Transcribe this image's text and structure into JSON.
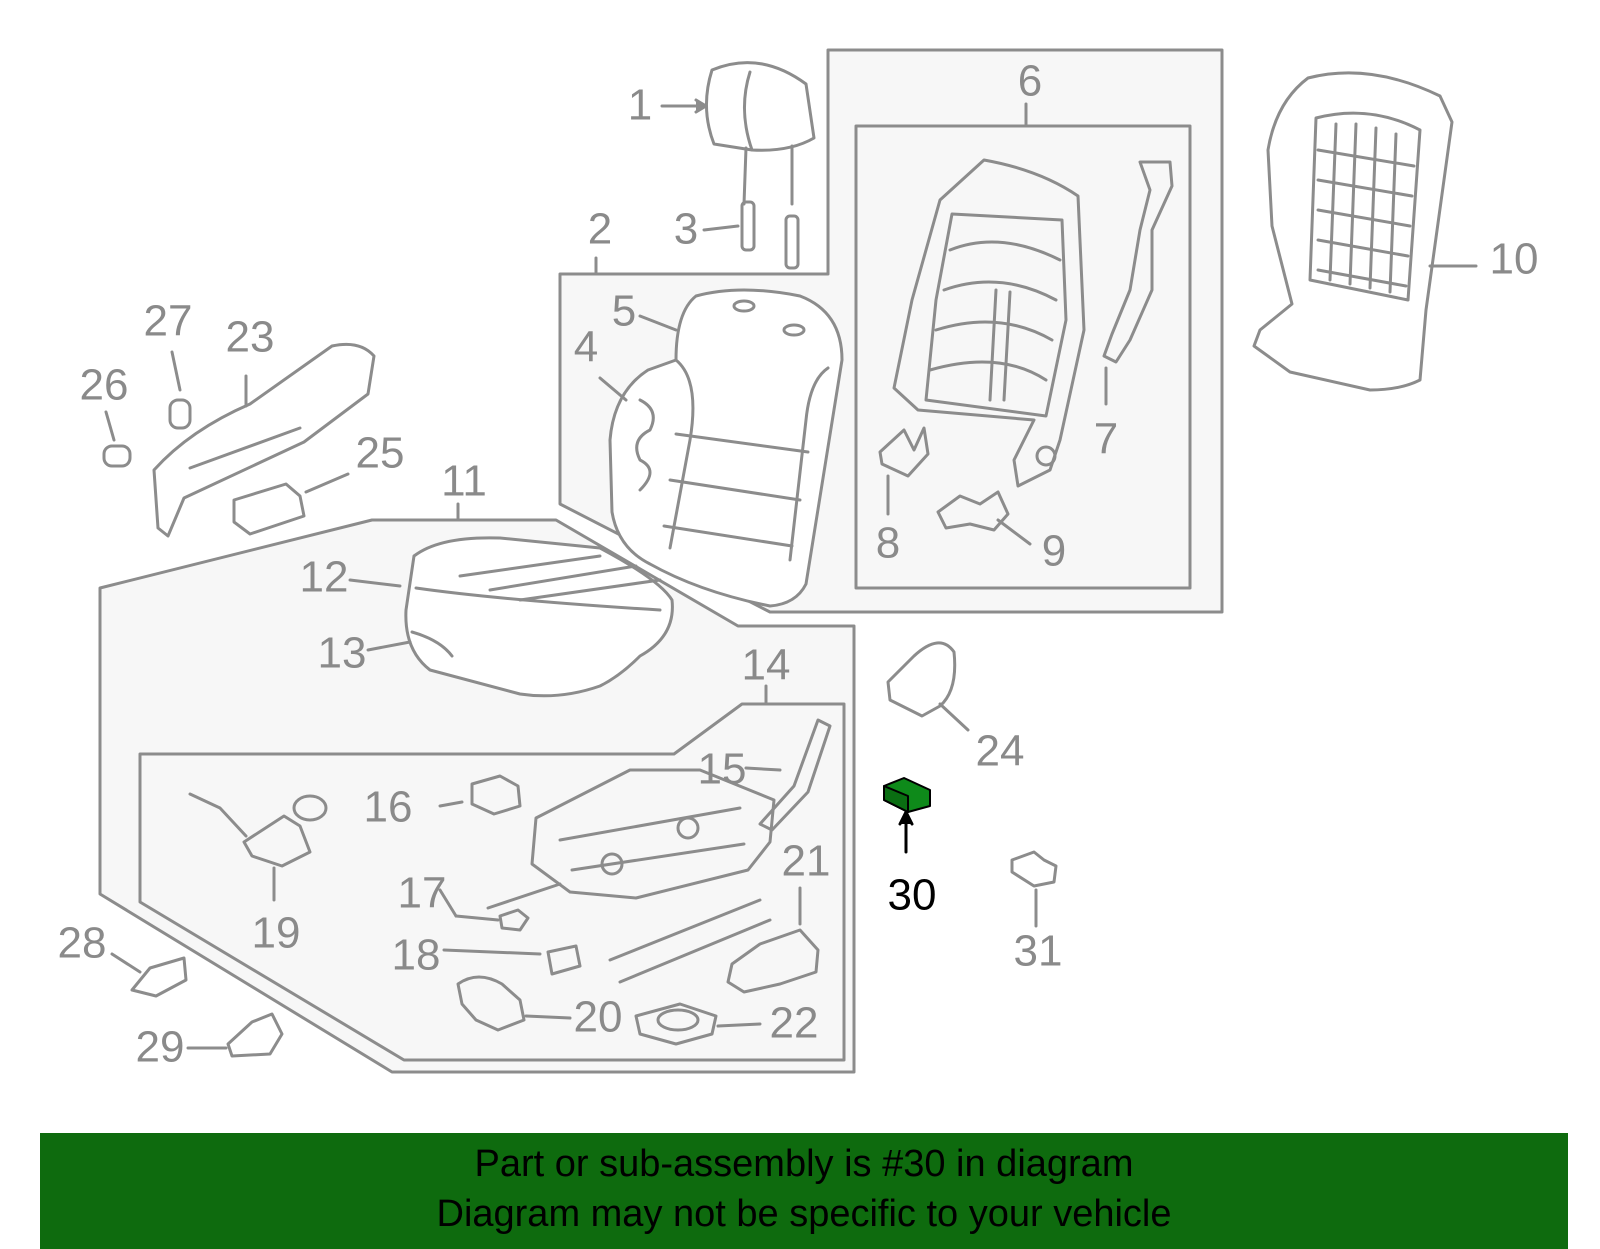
{
  "diagram": {
    "highlight_part": "30",
    "colors": {
      "line": "#8c8c8c",
      "panel_fill": "#f7f7f7",
      "highlight_fill": "#0e8a1a",
      "banner_bg": "#0e6b0e",
      "text_dark": "#000000",
      "text_gray": "#8a8a8a"
    },
    "callouts": [
      "1",
      "2",
      "3",
      "4",
      "5",
      "6",
      "7",
      "8",
      "9",
      "10",
      "11",
      "12",
      "13",
      "14",
      "15",
      "16",
      "17",
      "18",
      "19",
      "20",
      "21",
      "22",
      "23",
      "24",
      "25",
      "26",
      "27",
      "28",
      "29",
      "30",
      "31"
    ]
  },
  "banner": {
    "line1": "Part or sub-assembly is #30 in diagram",
    "line2": "Diagram may not be specific to your vehicle"
  }
}
